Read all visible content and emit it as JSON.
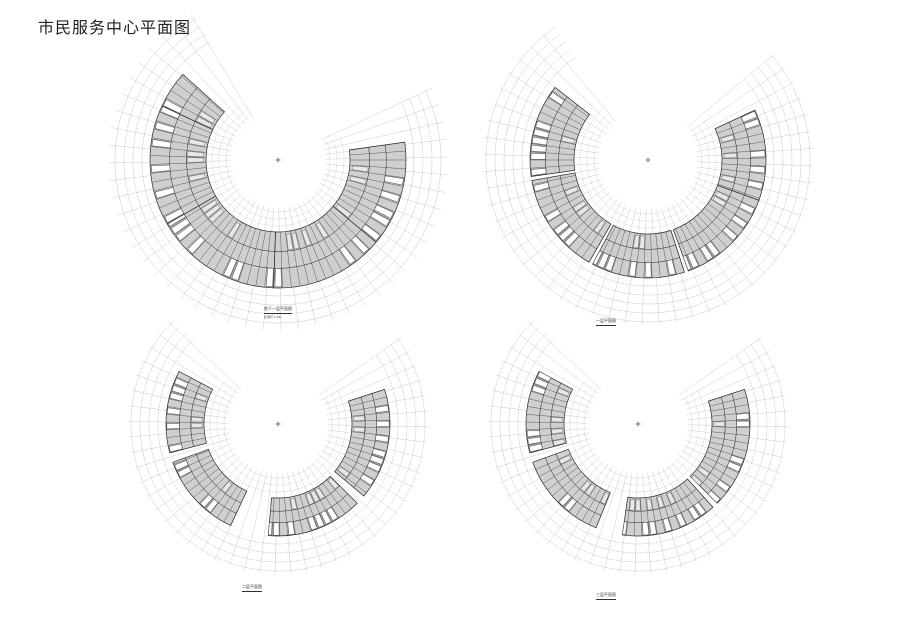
{
  "page_title": "市民服务中心平面图",
  "plans": [
    {
      "id": "plan-1",
      "caption": "地下一层平面图",
      "sub_caption": "比例尺 1:00"
    },
    {
      "id": "plan-2",
      "caption": "一层平面图",
      "sub_caption": ""
    },
    {
      "id": "plan-3",
      "caption": "二层平面图",
      "sub_caption": ""
    },
    {
      "id": "plan-4",
      "caption": "三层平面图",
      "sub_caption": ""
    }
  ],
  "colors": {
    "floor_fill": "#cfcfcf",
    "wall": "#2a2a2a",
    "grid": "#9a9a9a",
    "room_dark": "#555555",
    "background": "#ffffff"
  }
}
